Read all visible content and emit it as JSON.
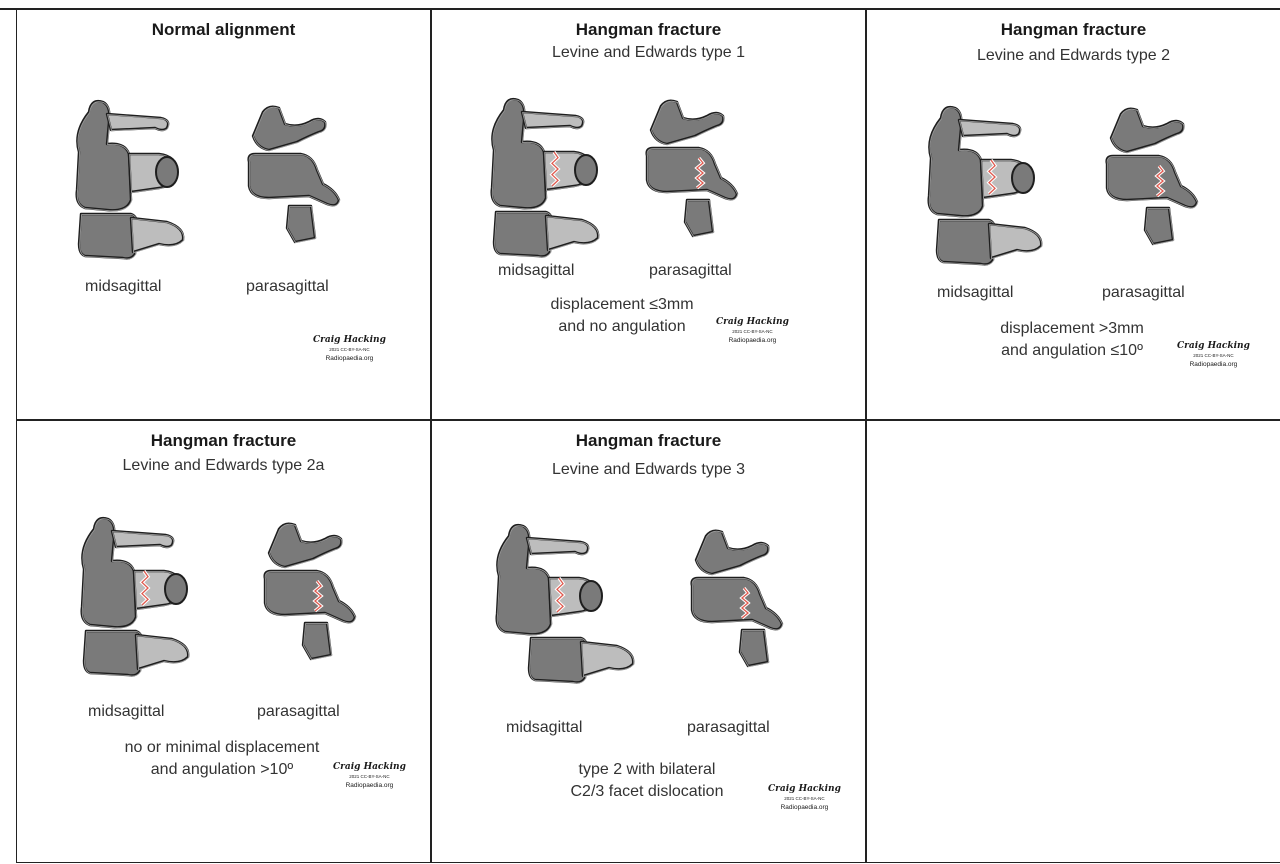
{
  "panels": [
    {
      "title": "Normal alignment",
      "subtitle": "",
      "label_left": "midsagittal",
      "label_right": "parasagittal",
      "description": [],
      "credit": {
        "signature": "Craig Hacking",
        "license": "2021 CC-BY-SA-NC",
        "site": "Radiopaedia.org"
      }
    },
    {
      "title": "Hangman fracture",
      "subtitle": "Levine and Edwards type 1",
      "label_left": "midsagittal",
      "label_right": "parasagittal",
      "description": [
        "displacement ≤3mm",
        "and no angulation"
      ],
      "credit": {
        "signature": "Craig Hacking",
        "license": "2021 CC-BY-SA-NC",
        "site": "Radiopaedia.org"
      }
    },
    {
      "title": "Hangman fracture",
      "subtitle": "Levine and Edwards type 2",
      "label_left": "midsagittal",
      "label_right": "parasagittal",
      "description": [
        "displacement >3mm",
        "and angulation ≤10º"
      ],
      "credit": {
        "signature": "Craig Hacking",
        "license": "2021 CC-BY-SA-NC",
        "site": "Radiopaedia.org"
      }
    },
    {
      "title": "Hangman fracture",
      "subtitle": "Levine and Edwards type 2a",
      "label_left": "midsagittal",
      "label_right": "parasagittal",
      "description": [
        "no or minimal displacement",
        "and angulation >10º"
      ],
      "credit": {
        "signature": "Craig Hacking",
        "license": "2021 CC-BY-SA-NC",
        "site": "Radiopaedia.org"
      }
    },
    {
      "title": "Hangman fracture",
      "subtitle": "Levine and Edwards type 3",
      "label_left": "midsagittal",
      "label_right": "parasagittal",
      "description": [
        "type 2 with bilateral",
        "C2/3 facet dislocation"
      ],
      "credit": {
        "signature": "Craig Hacking",
        "license": "2021 CC-BY-SA-NC",
        "site": "Radiopaedia.org"
      }
    }
  ],
  "colors": {
    "bone_dark": "#7a7a7a",
    "bone_light": "#bdbdbd",
    "outline": "#1e1e1e",
    "fracture": "#e05a4f"
  }
}
